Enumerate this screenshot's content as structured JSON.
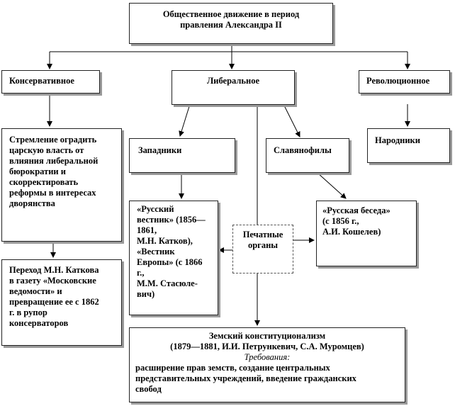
{
  "title": {
    "line1": "Общественное движение в период",
    "line2": "правления Александра II"
  },
  "conservative": {
    "label": "Консервативное",
    "goal": [
      "Стремление оградить",
      "царскую власть от",
      "влияния либеральной",
      "бюрократии и",
      "скорректировать",
      "реформы в интересах",
      "дворянства"
    ],
    "transition": [
      "Переход М.Н. Каткова",
      "в газету «Московские",
      "ведомости» и",
      "превращение ее с 1862",
      "г. в рупор",
      "консерваторов"
    ]
  },
  "liberal": {
    "label": "Либеральное",
    "westerners": {
      "label": "Западники",
      "organs": [
        "«Русский",
        "вестник» (1856—",
        "1861,",
        "М.Н. Катков),",
        "«Вестник",
        "Европы» (с 1866",
        "г.,",
        "М.М. Стасюле-",
        "вич)"
      ]
    },
    "slavophiles": {
      "label": "Славянофилы",
      "organs": [
        "«Русская беседа»",
        "(с 1856 г.,",
        "А.И. Кошелев)"
      ]
    },
    "print_organs": [
      "Печатные",
      "органы"
    ],
    "zemstvo": {
      "title": "Земский конституционализм",
      "years": "(1879—1881,  И.И. Петрункевич, С.А. Муромцев)",
      "demands_label": "Требования:",
      "demands": [
        "расширение прав земств, создание центральных",
        "представительных учреждений, введение гражданских",
        "свобод"
      ]
    }
  },
  "revolutionary": {
    "label": "Революционное",
    "populists": "Народники"
  }
}
